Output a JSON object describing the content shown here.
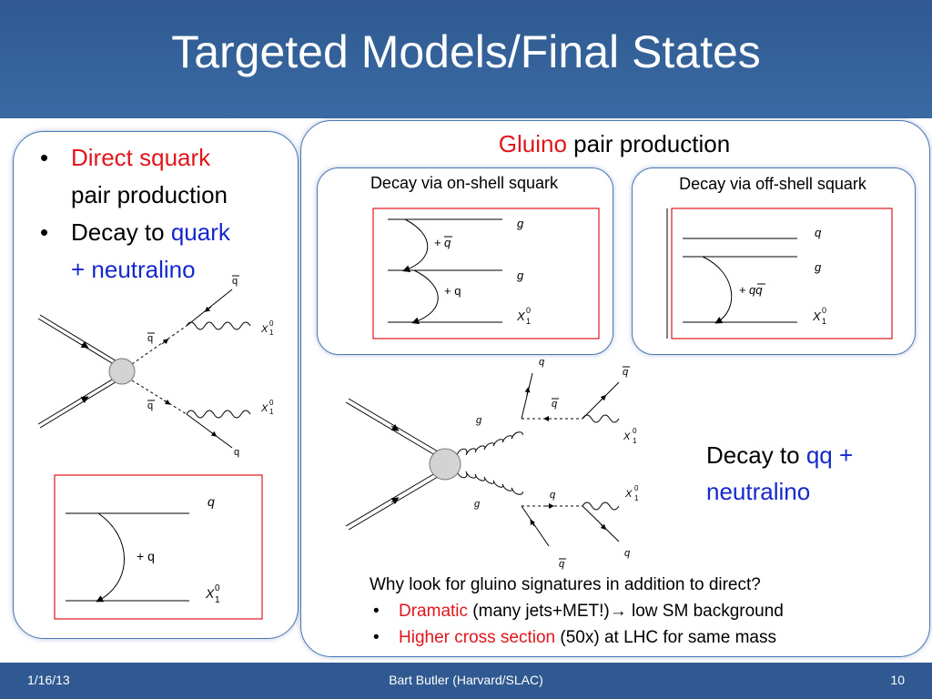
{
  "header": {
    "title": "Targeted Models/Final States"
  },
  "left": {
    "b1_red": "Direct squark",
    "b1_rest": "pair production",
    "b2_pre": "Decay to ",
    "b2_blue1": "quark",
    "b2_blue2": "+ neutralino"
  },
  "right": {
    "heading_red": "Gluino",
    "heading_rest": " pair production",
    "onshell_title": "Decay via on-shell squark",
    "offshell_title": "Decay via off-shell squark",
    "decay_pre": "Decay to ",
    "decay_blue1": "qq +",
    "decay_blue2": "neutralino",
    "why_title": "Why look for gluino signatures in addition to direct?",
    "why_1_red": "Dramatic",
    "why_1_rest": " (many jets+MET!)→ low SM background",
    "why_2_red": "Higher cross section",
    "why_2_rest": " (50x) at LHC for same mass"
  },
  "labels": {
    "q": "q",
    "plus": "+",
    "plus_q": "+ q",
    "qq": "qq",
    "g": "g",
    "chi": "X",
    "zero": "0",
    "one": "1"
  },
  "footer": {
    "date": "1/16/13",
    "author": "Bart Butler (Harvard/SLAC)",
    "page": "10"
  },
  "colors": {
    "title_bar": "#2f5990",
    "accent_red": "#e0161c",
    "accent_blue": "#1428cc",
    "panel_border": "#4a78b5"
  }
}
